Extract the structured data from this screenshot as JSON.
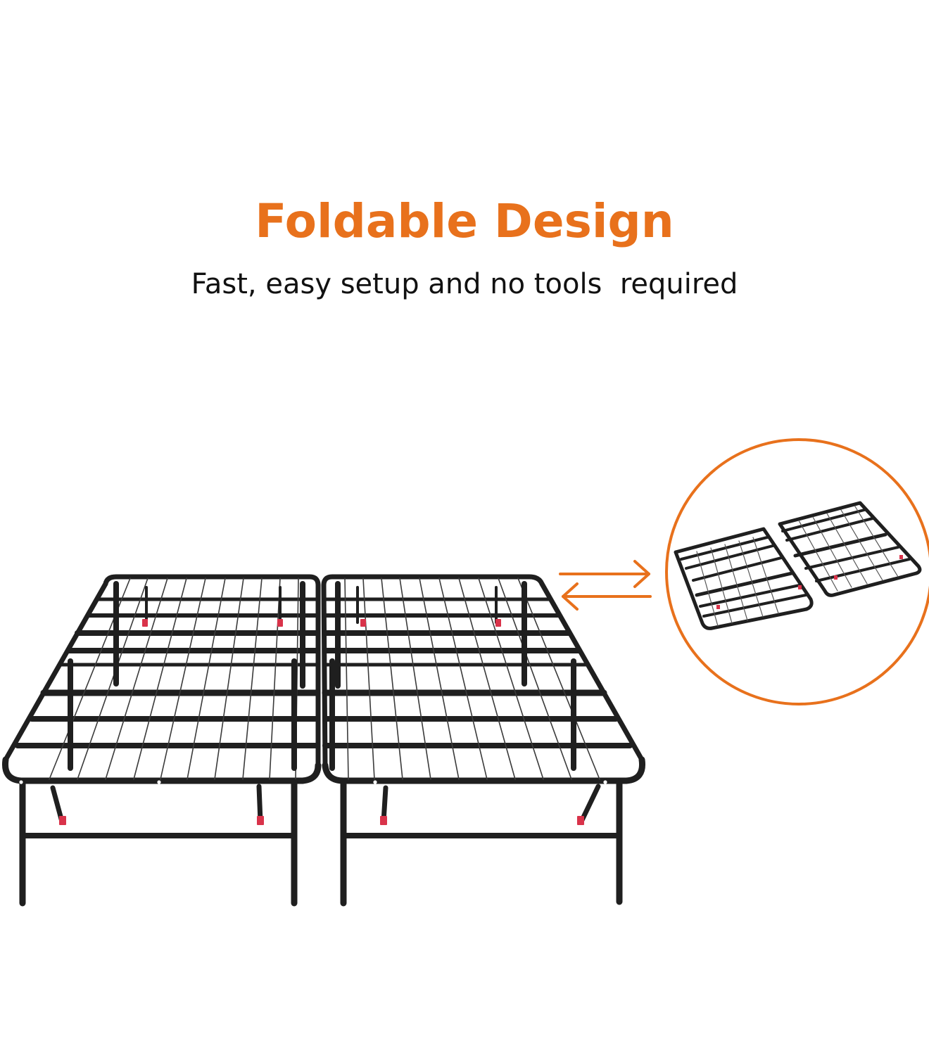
{
  "header": {
    "title": "Foldable Design",
    "subtitle": "Fast, easy setup and no tools  required"
  },
  "colors": {
    "accent": "#E8711C",
    "frame": "#1f1f1f",
    "wire": "#3a3a3a",
    "latch": "#d9334a",
    "text": "#111111",
    "background": "#ffffff"
  },
  "illustration": {
    "main_image": "unfolded-metal-platform-bed-frame",
    "inset_image": "folded-bed-frame-halves",
    "inset_border": "circle",
    "indicator": "bidirectional-arrows"
  }
}
